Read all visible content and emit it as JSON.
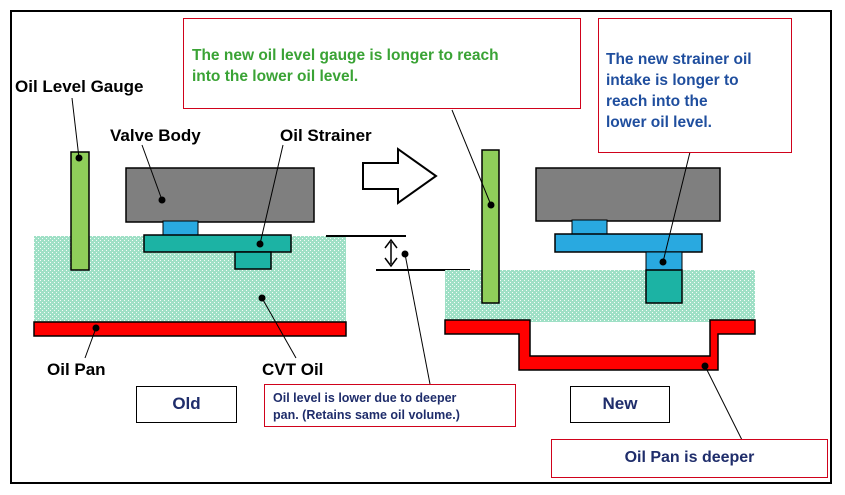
{
  "labels": {
    "oil_level_gauge": "Oil Level Gauge",
    "valve_body": "Valve Body",
    "oil_strainer": "Oil Strainer",
    "oil_pan": "Oil Pan",
    "cvt_oil": "CVT Oil"
  },
  "tags": {
    "old": "Old",
    "new": "New"
  },
  "callouts": {
    "gauge_line1": "The new oil level gauge is longer to reach",
    "gauge_line2": "into the lower oil level.",
    "strainer_line1": "The new strainer oil",
    "strainer_line2": "intake is longer to",
    "strainer_line3": "reach into the",
    "strainer_line4": "lower oil level.",
    "oil_level_line1": "Oil level is lower due to deeper",
    "oil_level_line2": "pan. (Retains same oil volume.)",
    "pan_deeper": "Oil Pan is deeper"
  },
  "colors": {
    "gauge_green": "#8fce5a",
    "valve_gray": "#7f7f7f",
    "strainer_blue": "#29a9e0",
    "oil_teal": "#9fe0c6",
    "pan_red": "#ff0000",
    "callout_border": "#d0021b"
  }
}
